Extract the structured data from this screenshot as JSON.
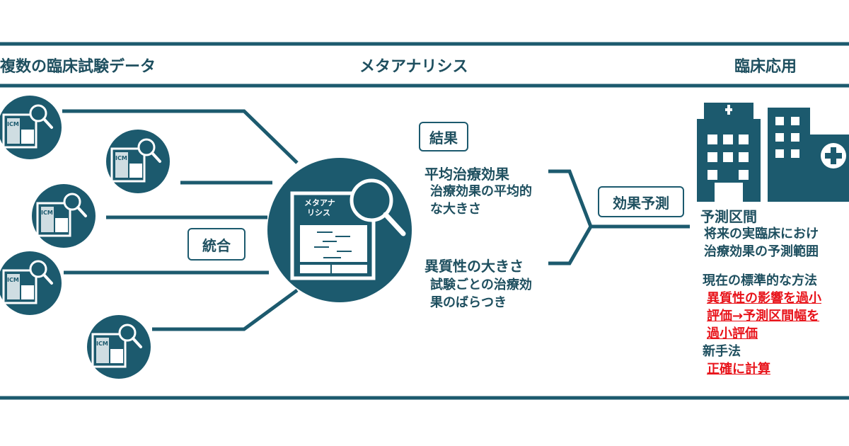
{
  "colors": {
    "primary": "#1c5a6e",
    "warning": "#e8141b"
  },
  "header": {
    "left": "複数の臨床試験データ",
    "center": "メタアナリシス",
    "right": "臨床応用"
  },
  "study_icon": {
    "logo": "ICM",
    "icon": "document-magnifier-icon"
  },
  "meta_icon": {
    "title_line1": "メタアナ",
    "title_line2": "リシス",
    "icon": "forest-plot-magnifier-icon"
  },
  "integrate_label": "統合",
  "result": {
    "label": "結果",
    "mean_effect": {
      "title": "平均治療効果",
      "desc_line1": "治療効果の平均的",
      "desc_line2": "な大きさ"
    },
    "heterogeneity": {
      "title": "異質性の大きさ",
      "desc_line1": "試験ごとの治療効",
      "desc_line2": "果のばらつき"
    }
  },
  "prediction_label": "効果予測",
  "application": {
    "icon": "hospital-icon",
    "title": "予測区間",
    "desc_line1": "将来の実臨床におけ",
    "desc_line2": "治療効果の予測範囲",
    "current_label": "現在の標準的な方法",
    "current_line1": "異質性の影響を過小",
    "current_line2": "評価→予測区間幅を",
    "current_line3": "過小評価",
    "new_label": "新手法",
    "new_line1": "正確に計算"
  }
}
